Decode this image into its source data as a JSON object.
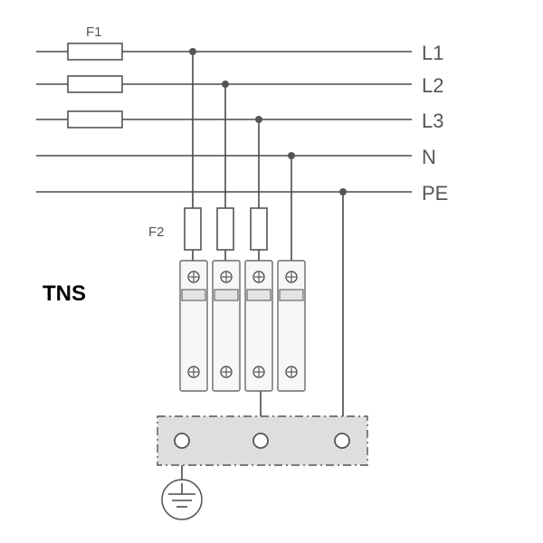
{
  "title": "TNS",
  "conductors": {
    "l1": "L1",
    "l2": "L2",
    "l3": "L3",
    "n": "N",
    "pe": "PE"
  },
  "fuses": {
    "main": "F1",
    "backup": "F2"
  },
  "colors": {
    "line": "#4a4a4a",
    "text": "#555555",
    "bar_fill": "#dedede"
  },
  "icons": [
    "ground-icon",
    "screw-terminal-icon"
  ]
}
